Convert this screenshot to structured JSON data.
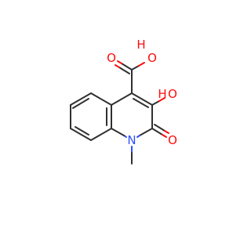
{
  "molecule": {
    "atoms": {
      "carboxyl_o": "O",
      "carboxyl_h": "H",
      "hydroxyl_o": "O",
      "hydroxyl_h": "H",
      "ring_n": "N",
      "carbonyl_o": "O"
    }
  },
  "colors": {
    "bond": "#303030",
    "oxygen": "#ff0d0d",
    "nitrogen": "#3050f8",
    "background": "#ffffff"
  }
}
